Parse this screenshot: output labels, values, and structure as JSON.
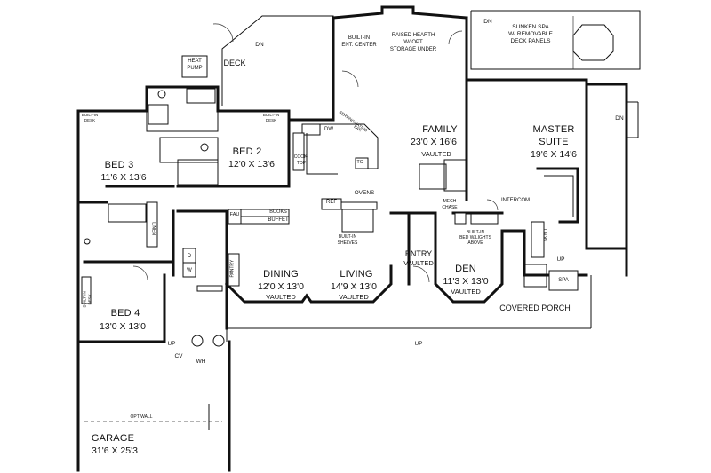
{
  "rooms": {
    "family": {
      "name": "FAMILY",
      "dim": "23'0 X 16'6",
      "note": "VAULTED"
    },
    "master": {
      "name1": "MASTER",
      "name2": "SUITE",
      "dim": "19'6 X 14'6"
    },
    "bed2": {
      "name": "BED 2",
      "dim": "12'0 X 13'6"
    },
    "bed3": {
      "name": "BED 3",
      "dim": "11'6 X 13'6"
    },
    "bed4": {
      "name": "BED 4",
      "dim": "13'0 X 13'0"
    },
    "dining": {
      "name": "DINING",
      "dim": "12'0 X 13'0",
      "note": "VAULTED"
    },
    "living": {
      "name": "LIVING",
      "dim": "14'9 X 13'0",
      "note": "VAULTED"
    },
    "den": {
      "name": "DEN",
      "dim": "11'3 X 13'0",
      "note": "VAULTED"
    },
    "entry": {
      "name": "ENTRY",
      "note": "VAULTED"
    },
    "garage": {
      "name": "GARAGE",
      "dim": "31'6 X 25'3"
    },
    "deck": {
      "name": "DECK"
    }
  },
  "labels": {
    "covered_porch": "COVERED PORCH",
    "sunken_spa_1": "SUNKEN SPA",
    "sunken_spa_2": "W/ REMOVABLE",
    "sunken_spa_3": "DECK PANELS",
    "raised_hearth_1": "RAISED HEARTH",
    "raised_hearth_2": "W/ OPT",
    "raised_hearth_3": "STORAGE UNDER",
    "built_in_ent_1": "BUILT-IN",
    "built_in_ent_2": "ENT. CENTER",
    "heat_pump_1": "HEAT",
    "heat_pump_2": "PUMP",
    "ovens": "OVENS",
    "ref": "REF",
    "built_in_shelves_1": "BUILT-IN",
    "built_in_shelves_2": "SHELVES",
    "books": "BOOKS",
    "buffet": "BUFFET",
    "fau": "FAU",
    "pantry": "PANTRY",
    "linen": "LINEN",
    "intercom": "INTERCOM",
    "mech_chase_1": "MECH",
    "mech_chase_2": "CHASE",
    "built_in_bed_1": "BUILT-IN",
    "built_in_bed_2": "BED W/LIGHTS",
    "built_in_bed_3": "ABOVE",
    "skylt": "SKYLT",
    "spa": "SPA",
    "opt_wall": "OPT WALL",
    "cv": "CV",
    "wh": "WH",
    "dw": "DW",
    "tc": "TC",
    "cook_top_1": "COOK-",
    "cook_top_2": "TOP",
    "serving_bar_1": "SERVING/EATING",
    "serving_bar_2": "BAR",
    "builtin_desk_a_1": "BUILT-IN",
    "builtin_desk_a_2": "DESK",
    "builtin_desk_b_1": "BUILT-IN",
    "builtin_desk_b_2": "DESK",
    "builtin_desk_c_1": "BUILT-IN",
    "builtin_desk_c_2": "DESK",
    "d": "D",
    "w": "W",
    "up": "UP",
    "dn": "DN"
  }
}
